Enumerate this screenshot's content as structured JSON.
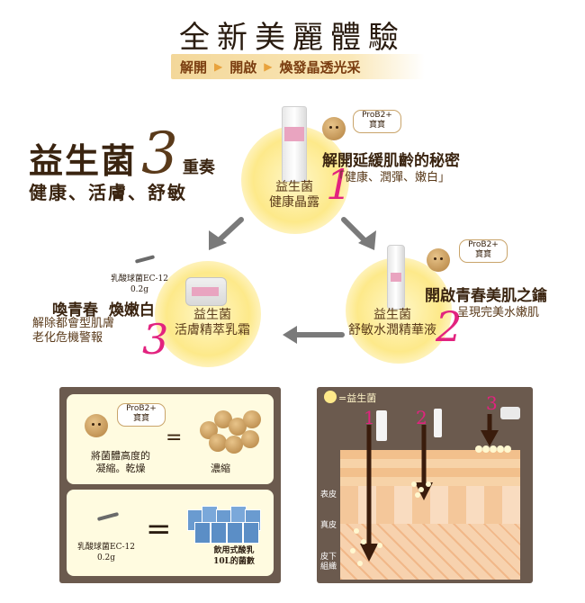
{
  "title": "全新美麗體驗",
  "banner": {
    "items": [
      "解開",
      "開啟",
      "煥發晶透光采"
    ]
  },
  "intro": {
    "main": "益生菌",
    "num": "3",
    "suffix": "重奏",
    "sub": "健康、活膚、舒敏"
  },
  "mascot_label": "ProB2+\n寶寶",
  "step1": {
    "num": "1",
    "product": "益生菌\n健康晶露",
    "heading": "解開延緩肌齡的秘密",
    "sub": "「健康、潤彈、嫩白」"
  },
  "step2": {
    "num": "2",
    "product": "益生菌\n舒敏水潤精華液",
    "heading": "開啟青春美肌之鑰",
    "sub": "呈現完美水嫩肌"
  },
  "step3": {
    "num": "3",
    "product": "益生菌\n活膚精萃乳霜",
    "heading": "喚青春  煥嫩白",
    "sub": "解除都會型肌膚\n老化危機警報",
    "spoon_label": "乳酸球菌EC-12\n0.2g"
  },
  "panel_left": {
    "card1": {
      "left_label": "將菌體高度的\n凝縮。乾燥",
      "eq": "=",
      "right_label": "濃縮"
    },
    "card2": {
      "left_label": "乳酸球菌EC-12\n0.2g",
      "eq": "=",
      "right_label": "飲用式酸乳\n10L的菌數"
    }
  },
  "panel_right": {
    "legend": "=益生菌",
    "nums": [
      "1",
      "2",
      "3"
    ],
    "layers": [
      "表皮",
      "真皮",
      "皮下\n組織"
    ]
  },
  "colors": {
    "pink": "#e2237f",
    "brown": "#3a2410",
    "gold": "#fde98a",
    "panel": "#6b5a4e"
  }
}
